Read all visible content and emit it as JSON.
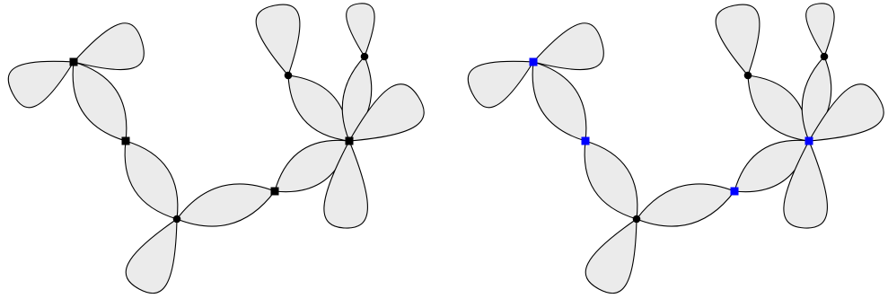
{
  "figure": {
    "colors": {
      "petal_fill": "#ebebeb",
      "stroke": "#000000",
      "background": "#ffffff"
    },
    "panels": [
      {
        "id": "left",
        "marker_color": "#000000",
        "vertices": [
          {
            "id": "a",
            "shape": "square"
          },
          {
            "id": "b",
            "shape": "square"
          },
          {
            "id": "c",
            "shape": "circle"
          },
          {
            "id": "d",
            "shape": "square"
          },
          {
            "id": "e",
            "shape": "square"
          },
          {
            "id": "f",
            "shape": "circle"
          },
          {
            "id": "g",
            "shape": "circle"
          }
        ]
      },
      {
        "id": "right",
        "marker_color": "#0000ff",
        "vertices": [
          {
            "id": "a",
            "shape": "square"
          },
          {
            "id": "b",
            "shape": "square"
          },
          {
            "id": "c",
            "shape": "circle"
          },
          {
            "id": "d",
            "shape": "square"
          },
          {
            "id": "e",
            "shape": "square"
          },
          {
            "id": "f",
            "shape": "circle"
          },
          {
            "id": "g",
            "shape": "circle"
          }
        ]
      }
    ]
  }
}
